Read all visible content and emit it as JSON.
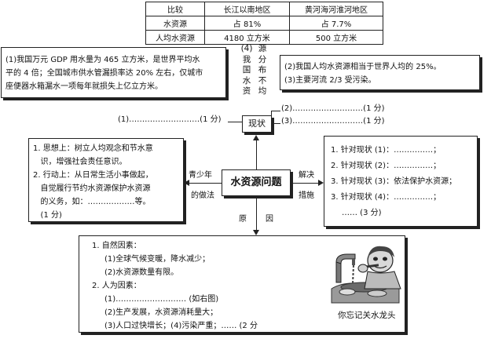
{
  "table": {
    "headers": [
      "比较",
      "长江以南地区",
      "黄河海河淮河地区"
    ],
    "rows": [
      [
        "水资源",
        "占 81%",
        "占 7.7%"
      ],
      [
        "人均水资源",
        "4180 立方米",
        "500 立方米"
      ]
    ]
  },
  "status_left": {
    "line1": "(1)我国万元 GDP 用水量为 465 立方米，是世界平均水",
    "line2": "平的 4 倍；全国城市供水管漏损率达 20% 左右，仅城市",
    "line3": "座便器水箱漏水一项每年就损失上亿立方米。"
  },
  "status_mid": {
    "col1": [
      "(4)",
      "我",
      "国",
      "水",
      "资"
    ],
    "col2": [
      "源",
      "分",
      "布",
      "不",
      "均"
    ]
  },
  "status_right": {
    "line1": "(2)我国人均水资源相当于世界人均的 25%。",
    "line2": "(3)主要河流 2/3 受污染。"
  },
  "status_fill": {
    "item1_prefix": "(1)",
    "item1_suffix": "(1 分)",
    "item2_prefix": "(2)",
    "item2_suffix": "(1 分)",
    "item3_prefix": "(3)",
    "item3_suffix": "(1 分)",
    "dots": "………………………"
  },
  "labels": {
    "status": "现状",
    "center": "水资源问题",
    "youth1": "青少年",
    "youth2": "的做法",
    "solve1": "解决",
    "solve2": "措施",
    "cause1": "原",
    "cause2": "因"
  },
  "youth_box": {
    "line1": "1. 思想上：树立人均观念和节水意",
    "line2": "   识，增强社会责任意识。",
    "line3": "2. 行动上：从日常生活小事做起，",
    "line4": "   自觉履行节约水资源保护水资源",
    "line5": "   的义务，如：………………等。",
    "line6": "   (1 分)"
  },
  "solve_box": {
    "line1": "1. 针对现状 (1)：……………；",
    "line2": "2. 针对现状 (2)：……………；",
    "line3": "3. 针对现状 (3)：依法保护水资源；",
    "line4": "3. 针对现状 (4)：……………；",
    "line5": "…… (3 分)"
  },
  "cause_box": {
    "line1": "1. 自然因素：",
    "line2": "(1)全球气候变暖，降水减少；",
    "line3": "(2)水资源数量有限。",
    "line4": "2. 人为因素：",
    "line5": "(1)……………………… (如右图)",
    "line6": "(2)生产发展，水资源消耗量大；",
    "line7": "(3)人口过快增长；(4)污染严重；…… (2 分",
    "caption": "你忘记关水龙头"
  }
}
